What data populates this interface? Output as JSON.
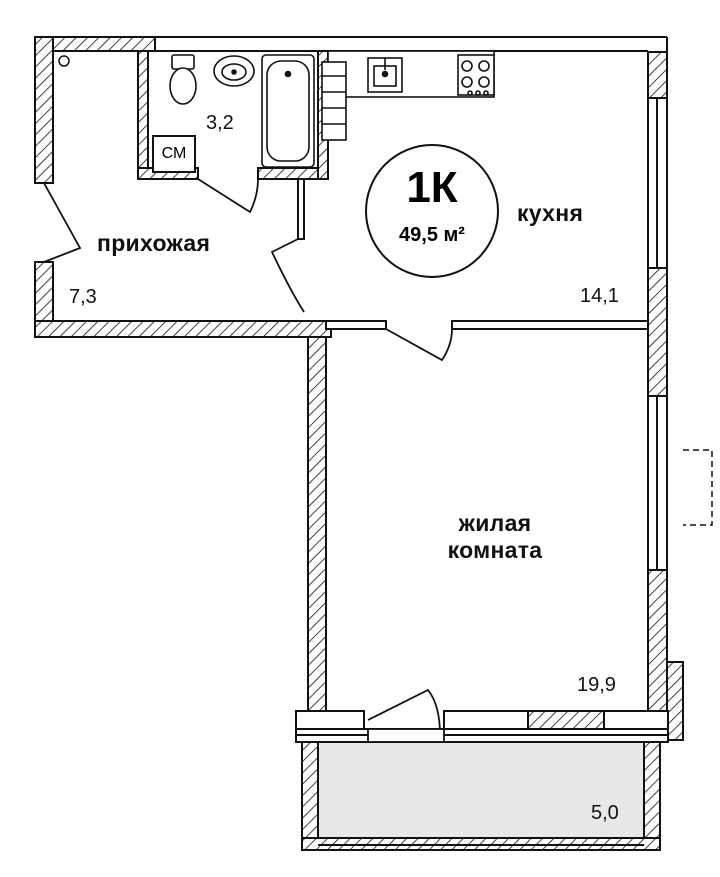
{
  "plan": {
    "apartment_type": "1К",
    "total_area": "49,5 м²",
    "rooms": [
      {
        "id": "hallway",
        "name": "прихожая",
        "area": "7,3"
      },
      {
        "id": "bathroom",
        "name": "",
        "area": "3,2"
      },
      {
        "id": "kitchen",
        "name": "кухня",
        "area": "14,1"
      },
      {
        "id": "living",
        "name_line1": "жилая",
        "name_line2": "комната",
        "area": "19,9"
      },
      {
        "id": "balcony",
        "name": "",
        "area": "5,0"
      }
    ],
    "washer_label": "СМ"
  },
  "colors": {
    "wall_line": "#111111",
    "hatch": "#111111",
    "balcony_fill": "#e8e8e8",
    "background": "#ffffff"
  }
}
